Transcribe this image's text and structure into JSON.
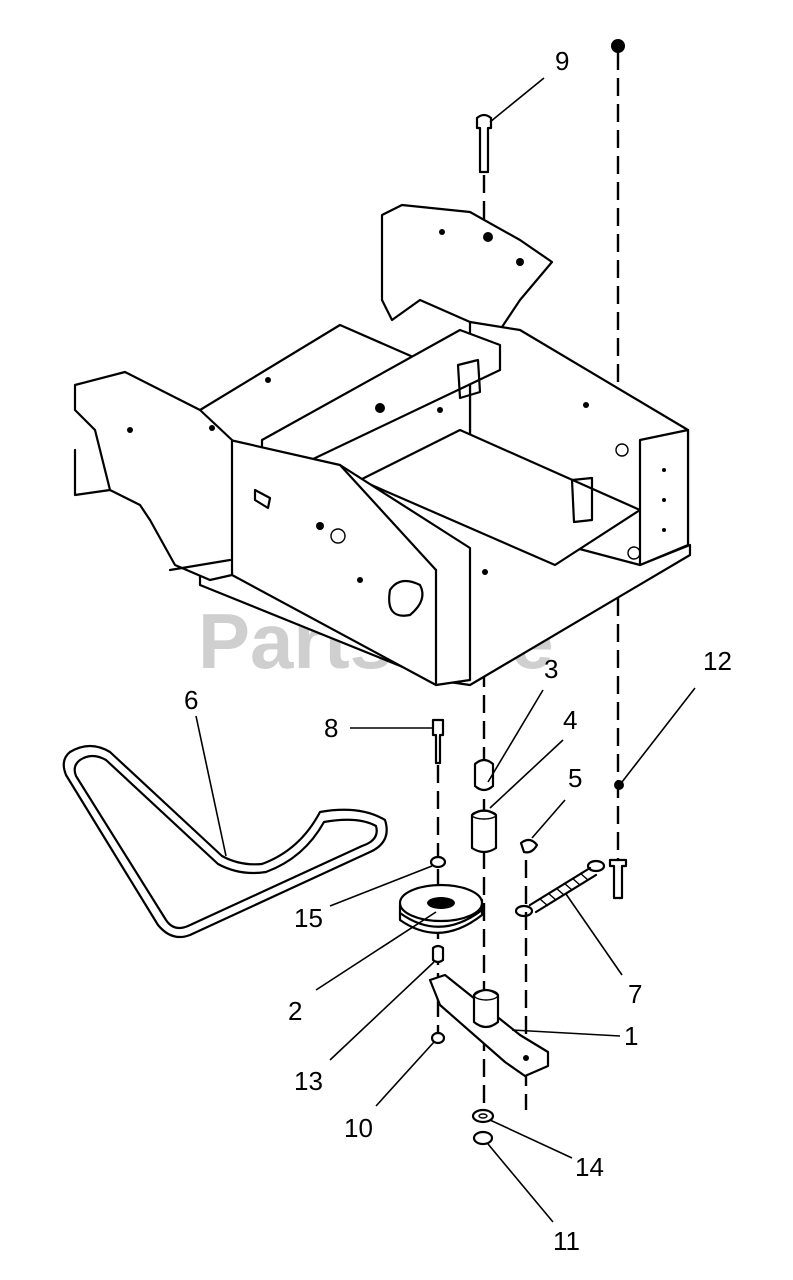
{
  "watermark": {
    "text": "PartsTree",
    "trademark": "™"
  },
  "callouts": [
    {
      "id": "9",
      "label": "9"
    },
    {
      "id": "12",
      "label": "12"
    },
    {
      "id": "3",
      "label": "3"
    },
    {
      "id": "4",
      "label": "4"
    },
    {
      "id": "5",
      "label": "5"
    },
    {
      "id": "6",
      "label": "6"
    },
    {
      "id": "8",
      "label": "8"
    },
    {
      "id": "15",
      "label": "15"
    },
    {
      "id": "7",
      "label": "7"
    },
    {
      "id": "2",
      "label": "2"
    },
    {
      "id": "1",
      "label": "1"
    },
    {
      "id": "13",
      "label": "13"
    },
    {
      "id": "10",
      "label": "10"
    },
    {
      "id": "14",
      "label": "14"
    },
    {
      "id": "11",
      "label": "11"
    }
  ]
}
